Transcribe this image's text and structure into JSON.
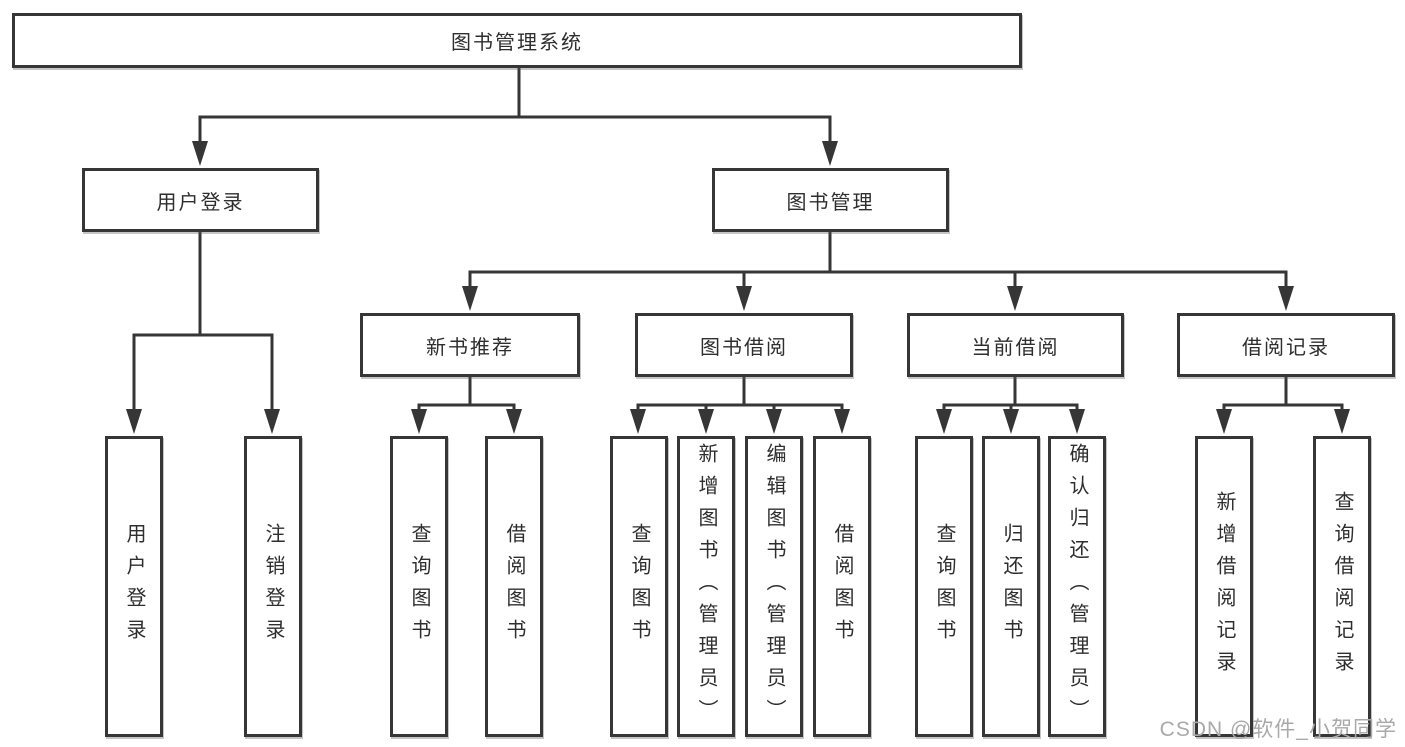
{
  "tree": {
    "root": {
      "label": "图书管理系统"
    },
    "level2": [
      {
        "label": "用户登录"
      },
      {
        "label": "图书管理"
      }
    ],
    "level3": [
      {
        "label": "新书推荐"
      },
      {
        "label": "图书借阅"
      },
      {
        "label": "当前借阅"
      },
      {
        "label": "借阅记录"
      }
    ],
    "leaves": {
      "user_login": [
        "用户登录",
        "注销登录"
      ],
      "new_books": [
        "查询图书",
        "借阅图书"
      ],
      "book_borrow": [
        "查询图书",
        "新增图书（管理员）",
        "编辑图书（管理员）",
        "借阅图书"
      ],
      "current_borrow": [
        "查询图书",
        "归还图书",
        "确认归还（管理员）"
      ],
      "borrow_records": [
        "新增借阅记录",
        "查询借阅记录"
      ]
    }
  },
  "watermark": "CSDN @软件_小贺同学",
  "colors": {
    "line": "#363636",
    "box_border": "#363636",
    "text": "#2e2e2e",
    "background": "#ffffff",
    "watermark": "#a9a9a9"
  }
}
